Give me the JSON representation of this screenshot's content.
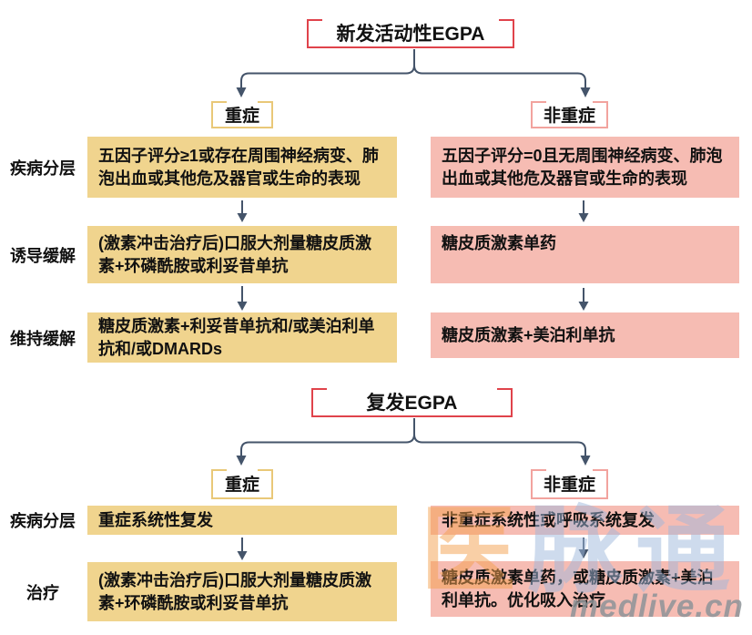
{
  "colors": {
    "severe_fill": "#f0d48e",
    "non_severe_fill": "#f6bcb3",
    "title_border": "#e0434b",
    "severe_border": "#e9c878",
    "non_severe_border": "#f2a39e",
    "connector": "#44546a",
    "text": "#111111",
    "watermark_blue": "#9fb8dc",
    "watermark_orange": "#f5a14f"
  },
  "section1": {
    "title": "新发活动性EGPA",
    "severe_label": "重症",
    "non_severe_label": "非重症",
    "rows": [
      {
        "label": "疾病分层",
        "severe": "五因子评分≥1或存在周围神经病变、肺泡出血或其他危及器官或生命的表现",
        "non_severe": "五因子评分=0且无周围神经病变、肺泡出血或其他危及器官或生命的表现"
      },
      {
        "label": "诱导缓解",
        "severe": "(激素冲击治疗后)口服大剂量糖皮质激素+环磷酰胺或利妥昔单抗",
        "non_severe": "糖皮质激素单药"
      },
      {
        "label": "维持缓解",
        "severe": "糖皮质激素+利妥昔单抗和/或美泊利单抗和/或DMARDs",
        "non_severe": "糖皮质激素+美泊利单抗"
      }
    ]
  },
  "section2": {
    "title": "复发EGPA",
    "severe_label": "重症",
    "non_severe_label": "非重症",
    "rows": [
      {
        "label": "疾病分层",
        "severe": "重症系统性复发",
        "non_severe": "非重症系统性或呼吸系统复发"
      },
      {
        "label": "治疗",
        "severe": "(激素冲击治疗后)口服大剂量糖皮质激素+环磷酰胺或利妥昔单抗",
        "non_severe": "糖皮质激素单药，或糖皮质激素+美泊利单抗。优化吸入治疗"
      }
    ]
  },
  "watermark": {
    "logo_char1": "医",
    "logo_char2": "脉",
    "logo_char3": "通",
    "domain": "medlive.cn"
  }
}
